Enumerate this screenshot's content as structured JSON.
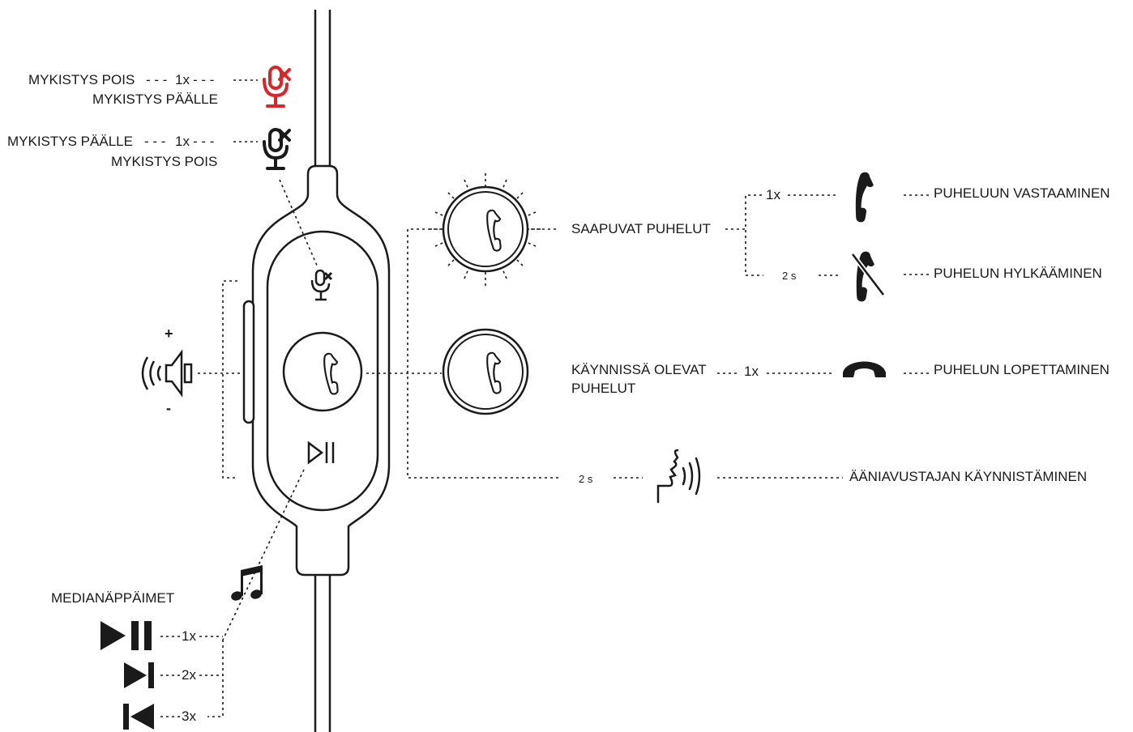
{
  "mute": {
    "red_row_left": "MYKISTYS POIS",
    "red_row_count": "1x",
    "red_row_second": "MYKISTYS PÄÄLLE",
    "black_row_left": "MYKISTYS PÄÄLLE",
    "black_row_count": "1x",
    "black_row_second": "MYKISTYS POIS"
  },
  "volume": {
    "plus": "+",
    "minus": "-"
  },
  "calls": {
    "incoming": "SAAPUVAT PUHELUT",
    "answer_count": "1x",
    "answer": "PUHELUUN VASTAAMINEN",
    "reject_hold": "2 s",
    "reject": "PUHELUN HYLKÄÄMINEN",
    "ongoing_line1": "KÄYNNISSÄ OLEVAT",
    "ongoing_line2": "PUHELUT",
    "end_count": "1x",
    "end": "PUHELUN LOPETTAMINEN",
    "assistant_hold": "2 s",
    "assistant": "ÄÄNIAVUSTAJAN KÄYNNISTÄMINEN"
  },
  "media": {
    "title": "MEDIANÄPPÄIMET",
    "play_pause_count": "1x",
    "next_count": "2x",
    "prev_count": "3x"
  },
  "colors": {
    "ink": "#1a1a1a",
    "mute_red": "#d9262b"
  },
  "icons": [
    "mic-muted-icon",
    "phone-icon",
    "play-pause-icon",
    "speaker-icon",
    "music-note-icon",
    "voice-assistant-icon",
    "hang-up-icon",
    "reject-call-icon",
    "next-track-icon",
    "previous-track-icon"
  ]
}
